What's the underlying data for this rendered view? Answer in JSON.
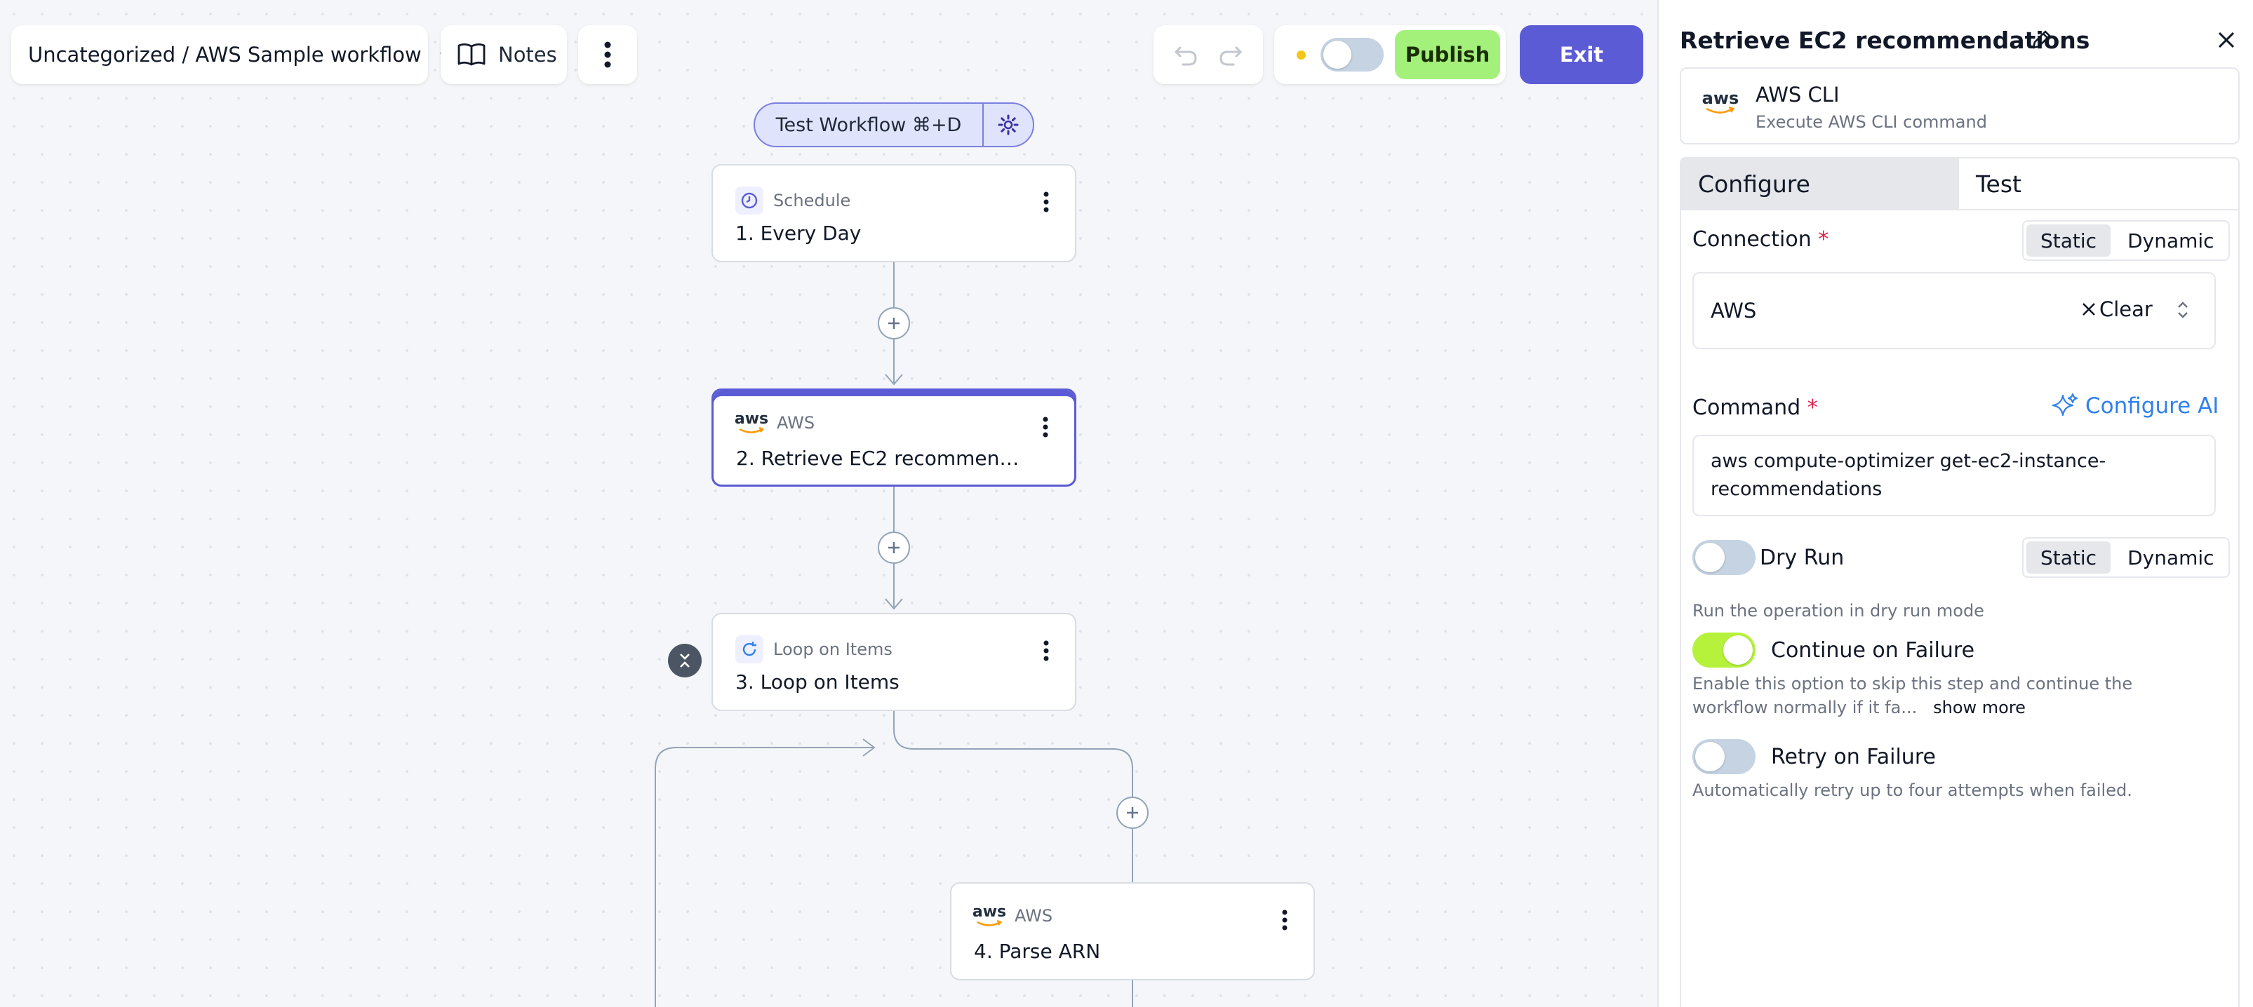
{
  "header": {
    "breadcrumb": "Uncategorized / AWS Sample workflow",
    "notes_label": "Notes",
    "publish_label": "Publish",
    "exit_label": "Exit",
    "test_workflow_label": "Test Workflow ⌘+D"
  },
  "nodes": [
    {
      "kind": "Schedule",
      "title": "1. Every Day",
      "icon": "clock-icon"
    },
    {
      "kind": "AWS",
      "title": "2. Retrieve EC2 recommendati...",
      "icon": "aws-logo-icon",
      "selected": true
    },
    {
      "kind": "Loop on Items",
      "title": "3. Loop on Items",
      "icon": "loop-icon"
    },
    {
      "kind": "AWS",
      "title": "4. Parse ARN",
      "icon": "aws-logo-icon"
    }
  ],
  "panel": {
    "title": "Retrieve EC2 recommendations",
    "piece_name": "AWS CLI",
    "piece_description": "Execute AWS CLI command",
    "tabs": [
      "Configure",
      "Test"
    ],
    "connection_label": "Connection",
    "static_label": "Static",
    "dynamic_label": "Dynamic",
    "connection_value": "AWS",
    "clear_label": "Clear",
    "command_label": "Command",
    "configure_ai_label": "Configure AI",
    "command_value": "aws compute-optimizer get-ec2-instance-recommendations",
    "dry_run_label": "Dry Run",
    "dry_run_help": "Run the operation in dry run mode",
    "continue_label": "Continue on Failure",
    "continue_help": "Enable this option to skip this step and continue the workflow normally if it fa...",
    "show_more_label": "show more",
    "retry_label": "Retry on Failure",
    "retry_help": "Automatically retry up to four attempts when failed."
  },
  "colors": {
    "accent": "#5b5bd6",
    "publish": "#a3f07b",
    "toggle_on": "#b6f23c",
    "status_dot": "#f5c518",
    "ai_blue": "#2f80ed"
  }
}
